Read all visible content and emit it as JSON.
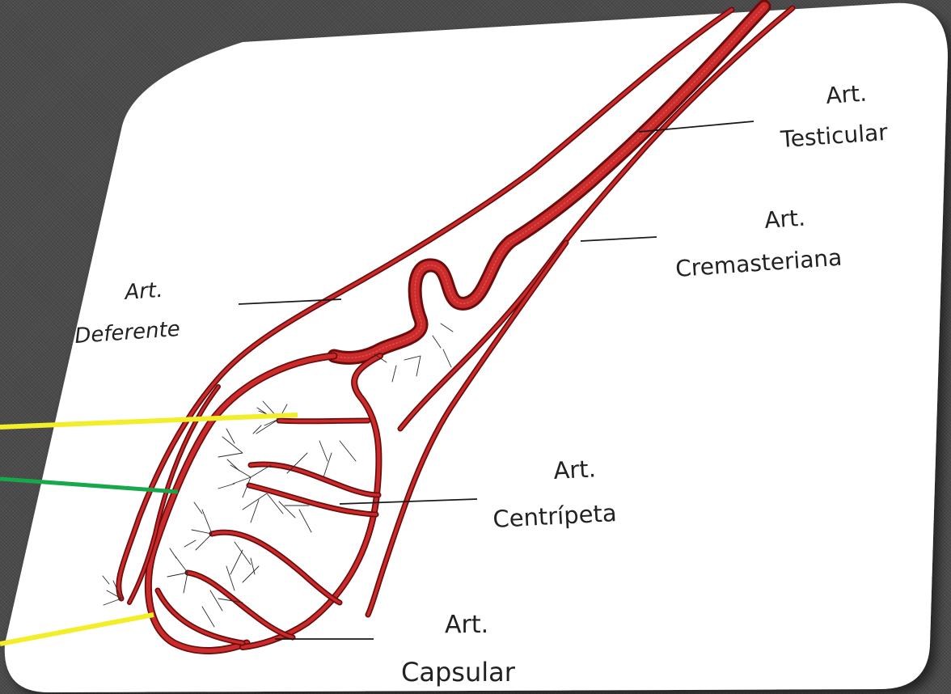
{
  "colors": {
    "background": "#4a4a4a",
    "panel": "#ffffff",
    "artery_outline": "#6b0d0d",
    "artery_fill": "#c62828",
    "leader_line": "#1a1a1a",
    "yellow_pointer": "#f2ee2a",
    "green_pointer": "#16a84a"
  },
  "labels": {
    "testicular": {
      "line1": "Art.",
      "line2": "Testicular"
    },
    "cremasteriana": {
      "line1": "Art.",
      "line2": "Cremasteriana"
    },
    "deferente": {
      "line1": "Art.",
      "line2": "Deferente"
    },
    "centripeta": {
      "line1": "Art.",
      "line2": "Centrípeta"
    },
    "capsular": {
      "line1": "Art.",
      "line2": "Capsular"
    }
  }
}
